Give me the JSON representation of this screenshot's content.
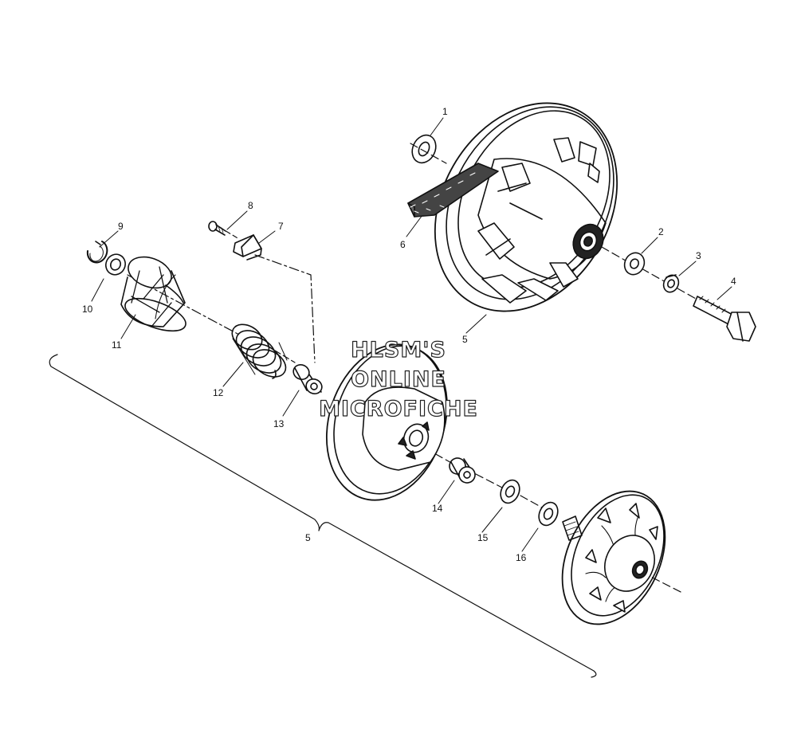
{
  "callouts": {
    "c1": "1",
    "c2": "2",
    "c3": "3",
    "c4": "4",
    "c5a": "5",
    "c5b": "5",
    "c6": "6",
    "c7": "7",
    "c8": "8",
    "c9": "9",
    "c10": "10",
    "c11": "11",
    "c12": "12",
    "c13": "13",
    "c14": "14",
    "c15": "15",
    "c16": "16"
  },
  "watermark": {
    "line1": "HLSM'S",
    "line2": "ONLINE",
    "line3": "MICROFICHE"
  }
}
